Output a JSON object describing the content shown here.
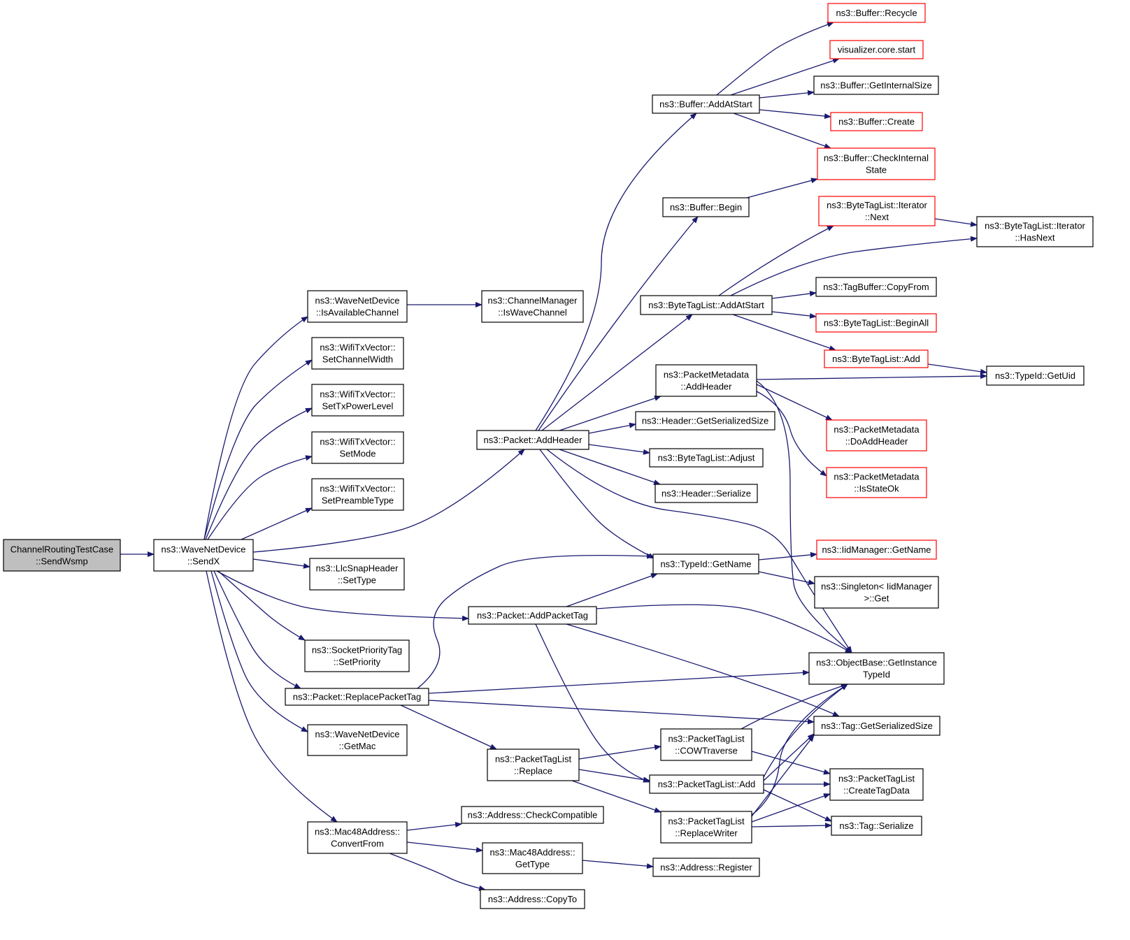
{
  "graph": {
    "colors": {
      "edge": "#191970",
      "node_border": "#000000",
      "truncated_border": "#ff0000",
      "root_fill": "#bfbfbf",
      "node_fill": "#ffffff"
    },
    "nodes": [
      {
        "id": "root",
        "lines": [
          "ChannelRoutingTestCase",
          "::SendWsmp"
        ],
        "kind": "root"
      },
      {
        "id": "sendx",
        "lines": [
          "ns3::WaveNetDevice",
          "::SendX"
        ],
        "kind": "normal"
      },
      {
        "id": "isavail",
        "lines": [
          "ns3::WaveNetDevice",
          "::IsAvailableChannel"
        ],
        "kind": "normal"
      },
      {
        "id": "iswavech",
        "lines": [
          "ns3::ChannelManager",
          "::IsWaveChannel"
        ],
        "kind": "normal"
      },
      {
        "id": "setchw",
        "lines": [
          "ns3::WifiTxVector::",
          "SetChannelWidth"
        ],
        "kind": "normal"
      },
      {
        "id": "settxpl",
        "lines": [
          "ns3::WifiTxVector::",
          "SetTxPowerLevel"
        ],
        "kind": "normal"
      },
      {
        "id": "setmode",
        "lines": [
          "ns3::WifiTxVector::",
          "SetMode"
        ],
        "kind": "normal"
      },
      {
        "id": "setpre",
        "lines": [
          "ns3::WifiTxVector::",
          "SetPreambleType"
        ],
        "kind": "normal"
      },
      {
        "id": "llcset",
        "lines": [
          "ns3::LlcSnapHeader",
          "::SetType"
        ],
        "kind": "normal"
      },
      {
        "id": "sockprio",
        "lines": [
          "ns3::SocketPriorityTag",
          "::SetPriority"
        ],
        "kind": "normal"
      },
      {
        "id": "replpt",
        "lines": [
          "ns3::Packet::ReplacePacketTag"
        ],
        "kind": "normal"
      },
      {
        "id": "getmac",
        "lines": [
          "ns3::WaveNetDevice",
          "::GetMac"
        ],
        "kind": "normal"
      },
      {
        "id": "convfrom",
        "lines": [
          "ns3::Mac48Address::",
          "ConvertFrom"
        ],
        "kind": "normal"
      },
      {
        "id": "addhdr",
        "lines": [
          "ns3::Packet::AddHeader"
        ],
        "kind": "normal"
      },
      {
        "id": "addpt",
        "lines": [
          "ns3::Packet::AddPacketTag"
        ],
        "kind": "normal"
      },
      {
        "id": "ptlrepl",
        "lines": [
          "ns3::PacketTagList",
          "::Replace"
        ],
        "kind": "normal"
      },
      {
        "id": "chkcompat",
        "lines": [
          "ns3::Address::CheckCompatible"
        ],
        "kind": "normal"
      },
      {
        "id": "m48gettype",
        "lines": [
          "ns3::Mac48Address::",
          "GetType"
        ],
        "kind": "normal"
      },
      {
        "id": "copyto",
        "lines": [
          "ns3::Address::CopyTo"
        ],
        "kind": "normal"
      },
      {
        "id": "bufaddstart",
        "lines": [
          "ns3::Buffer::AddAtStart"
        ],
        "kind": "normal"
      },
      {
        "id": "bufbegin",
        "lines": [
          "ns3::Buffer::Begin"
        ],
        "kind": "normal"
      },
      {
        "id": "btladdstart",
        "lines": [
          "ns3::ByteTagList::AddAtStart"
        ],
        "kind": "normal"
      },
      {
        "id": "pmaddhdr",
        "lines": [
          "ns3::PacketMetadata",
          "::AddHeader"
        ],
        "kind": "normal"
      },
      {
        "id": "hdrgss",
        "lines": [
          "ns3::Header::GetSerializedSize"
        ],
        "kind": "normal"
      },
      {
        "id": "btladjust",
        "lines": [
          "ns3::ByteTagList::Adjust"
        ],
        "kind": "normal"
      },
      {
        "id": "hdrser",
        "lines": [
          "ns3::Header::Serialize"
        ],
        "kind": "normal"
      },
      {
        "id": "tidgetname",
        "lines": [
          "ns3::TypeId::GetName"
        ],
        "kind": "normal"
      },
      {
        "id": "ptlcow",
        "lines": [
          "ns3::PacketTagList",
          "::COWTraverse"
        ],
        "kind": "normal"
      },
      {
        "id": "ptladd",
        "lines": [
          "ns3::PacketTagList::Add"
        ],
        "kind": "normal"
      },
      {
        "id": "ptlrw",
        "lines": [
          "ns3::PacketTagList",
          "::ReplaceWriter"
        ],
        "kind": "normal"
      },
      {
        "id": "addrreg",
        "lines": [
          "ns3::Address::Register"
        ],
        "kind": "normal"
      },
      {
        "id": "bufrecycle",
        "lines": [
          "ns3::Buffer::Recycle"
        ],
        "kind": "truncated"
      },
      {
        "id": "vizstart",
        "lines": [
          "visualizer.core.start"
        ],
        "kind": "truncated"
      },
      {
        "id": "bufgis",
        "lines": [
          "ns3::Buffer::GetInternalSize"
        ],
        "kind": "normal"
      },
      {
        "id": "bufcreate",
        "lines": [
          "ns3::Buffer::Create"
        ],
        "kind": "truncated"
      },
      {
        "id": "bufchk",
        "lines": [
          "ns3::Buffer::CheckInternal",
          "State"
        ],
        "kind": "truncated"
      },
      {
        "id": "btlitnext",
        "lines": [
          "ns3::ByteTagList::Iterator",
          "::Next"
        ],
        "kind": "truncated"
      },
      {
        "id": "btlithasnext",
        "lines": [
          "ns3::ByteTagList::Iterator",
          "::HasNext"
        ],
        "kind": "normal"
      },
      {
        "id": "tbcopy",
        "lines": [
          "ns3::TagBuffer::CopyFrom"
        ],
        "kind": "normal"
      },
      {
        "id": "btlbeginall",
        "lines": [
          "ns3::ByteTagList::BeginAll"
        ],
        "kind": "truncated"
      },
      {
        "id": "btladd",
        "lines": [
          "ns3::ByteTagList::Add"
        ],
        "kind": "truncated"
      },
      {
        "id": "tidgetuid",
        "lines": [
          "ns3::TypeId::GetUid"
        ],
        "kind": "normal"
      },
      {
        "id": "pmdoadd",
        "lines": [
          "ns3::PacketMetadata",
          "::DoAddHeader"
        ],
        "kind": "truncated"
      },
      {
        "id": "pmisok",
        "lines": [
          "ns3::PacketMetadata",
          "::IsStateOk"
        ],
        "kind": "truncated"
      },
      {
        "id": "iidgetname",
        "lines": [
          "ns3::IidManager::GetName"
        ],
        "kind": "truncated"
      },
      {
        "id": "singleton",
        "lines": [
          "ns3::Singleton< IidManager",
          ">::Get"
        ],
        "kind": "normal"
      },
      {
        "id": "objgit",
        "lines": [
          "ns3::ObjectBase::GetInstance",
          "TypeId"
        ],
        "kind": "normal"
      },
      {
        "id": "taggss",
        "lines": [
          "ns3::Tag::GetSerializedSize"
        ],
        "kind": "normal"
      },
      {
        "id": "ptlctd",
        "lines": [
          "ns3::PacketTagList",
          "::CreateTagData"
        ],
        "kind": "normal"
      },
      {
        "id": "tagser",
        "lines": [
          "ns3::Tag::Serialize"
        ],
        "kind": "normal"
      }
    ]
  }
}
